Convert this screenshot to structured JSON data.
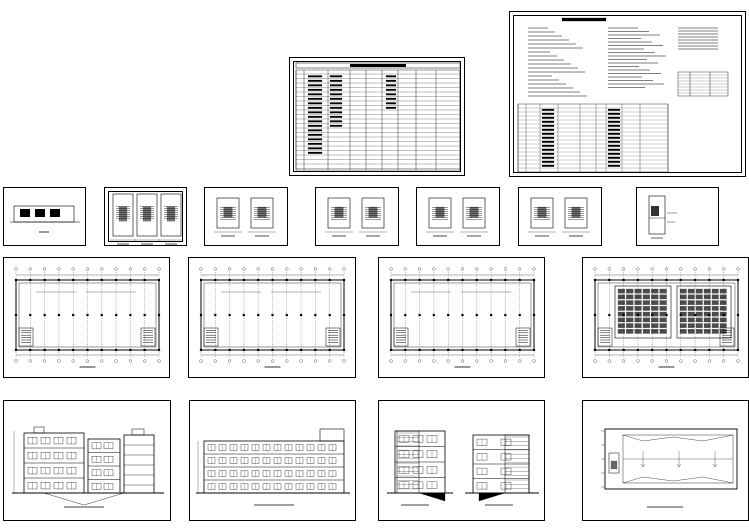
{
  "sheets": [
    {
      "id": "table-sheet-1",
      "kind": "table"
    },
    {
      "id": "spec-sheet",
      "kind": "spec"
    },
    {
      "id": "detail-1",
      "kind": "detail-a"
    },
    {
      "id": "detail-2",
      "kind": "detail-b"
    },
    {
      "id": "detail-3",
      "kind": "detail-c"
    },
    {
      "id": "detail-4",
      "kind": "detail-c"
    },
    {
      "id": "detail-5",
      "kind": "detail-c"
    },
    {
      "id": "detail-6",
      "kind": "detail-c"
    },
    {
      "id": "detail-7",
      "kind": "detail-d"
    },
    {
      "id": "plan-1",
      "kind": "plan"
    },
    {
      "id": "plan-2",
      "kind": "plan"
    },
    {
      "id": "plan-3",
      "kind": "plan"
    },
    {
      "id": "plan-4",
      "kind": "plan-hatched"
    },
    {
      "id": "elevation-1",
      "kind": "elevation-front"
    },
    {
      "id": "elevation-2",
      "kind": "elevation-rear"
    },
    {
      "id": "elevation-3",
      "kind": "elevation-sides"
    },
    {
      "id": "roof-plan",
      "kind": "roof"
    }
  ],
  "colors": {
    "line": "#000000",
    "paper": "#ffffff",
    "hatch": "#000000"
  }
}
